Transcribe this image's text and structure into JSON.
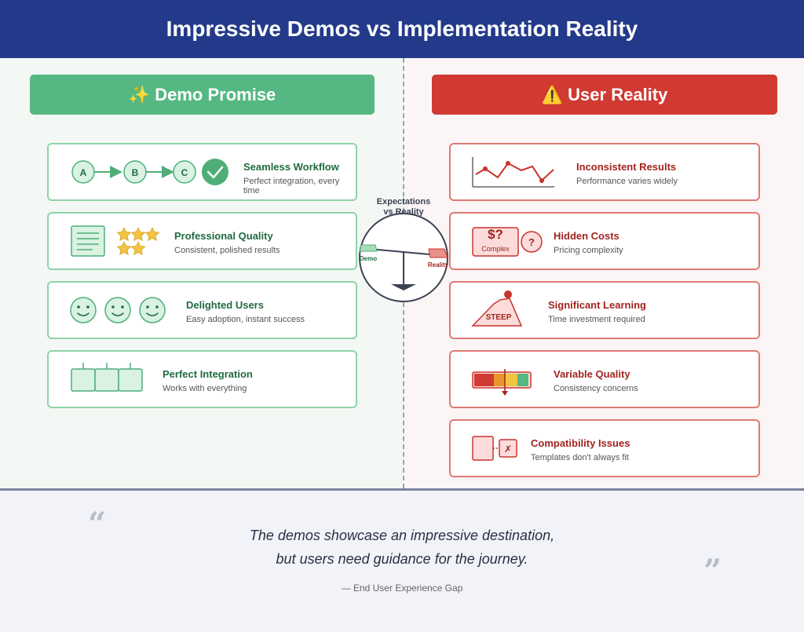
{
  "header": {
    "title": "Impressive Demos vs Implementation Reality"
  },
  "left_banner": {
    "icon": "sparkles-icon",
    "glyph": "✨",
    "title": "Demo Promise"
  },
  "right_banner": {
    "icon": "warning-icon",
    "glyph": "⚠️",
    "title": "User Reality"
  },
  "demo_cards": [
    {
      "title": "Seamless Workflow",
      "subtitle": "Perfect integration, every time",
      "nodes": [
        "A",
        "B",
        "C"
      ]
    },
    {
      "title": "Professional Quality",
      "subtitle": "Consistent, polished results"
    },
    {
      "title": "Delighted Users",
      "subtitle": "Easy adoption, instant success"
    },
    {
      "title": "Perfect Integration",
      "subtitle": "Works with everything"
    }
  ],
  "reality_cards": [
    {
      "title": "Inconsistent Results",
      "subtitle": "Performance varies widely"
    },
    {
      "title": "Hidden Costs",
      "subtitle": "Pricing complexity",
      "cost_symbol": "$?",
      "cost_label": "Complex",
      "question": "?"
    },
    {
      "title": "Significant Learning",
      "subtitle": "Time investment required",
      "slope_label": "STEEP"
    },
    {
      "title": "Variable Quality",
      "subtitle": "Consistency concerns"
    },
    {
      "title": "Compatibility Issues",
      "subtitle": "Templates don't always fit",
      "mismatch_mark": "✗"
    }
  ],
  "scale": {
    "title_line1": "Expectations",
    "title_line2": "vs Reality",
    "left_label": "Demo",
    "right_label": "Reality"
  },
  "quote": {
    "open_mark": "“",
    "close_mark": "”",
    "line1": "The demos showcase an impressive destination,",
    "line2": "but users need guidance for the journey.",
    "attribution": "— End User Experience Gap"
  },
  "colors": {
    "header": "#233a8a",
    "green": "#55b882",
    "red": "#d03a33"
  }
}
